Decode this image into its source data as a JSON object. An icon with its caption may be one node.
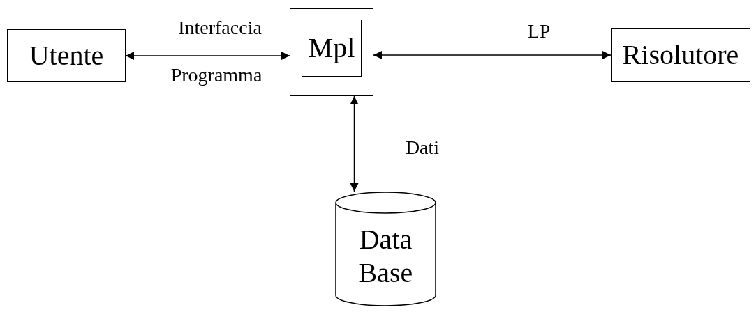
{
  "diagram": {
    "nodes": [
      {
        "text": [
          "Utente"
        ]
      },
      {
        "text": [
          "Mpl"
        ]
      },
      {
        "text": [
          "Risolutore"
        ]
      },
      {
        "text": [
          "Data Base"
        ]
      }
    ],
    "edges": [
      {
        "from": 0,
        "to": 1,
        "arrow": "both",
        "label": "Interfaccia"
      },
      {
        "from": 1,
        "to": 2,
        "arrow": "both",
        "label": "LP"
      },
      {
        "from": 1,
        "to": 3,
        "arrow": "both",
        "label": "Dati"
      }
    ],
    "labels": [
      "Programma"
    ]
  }
}
